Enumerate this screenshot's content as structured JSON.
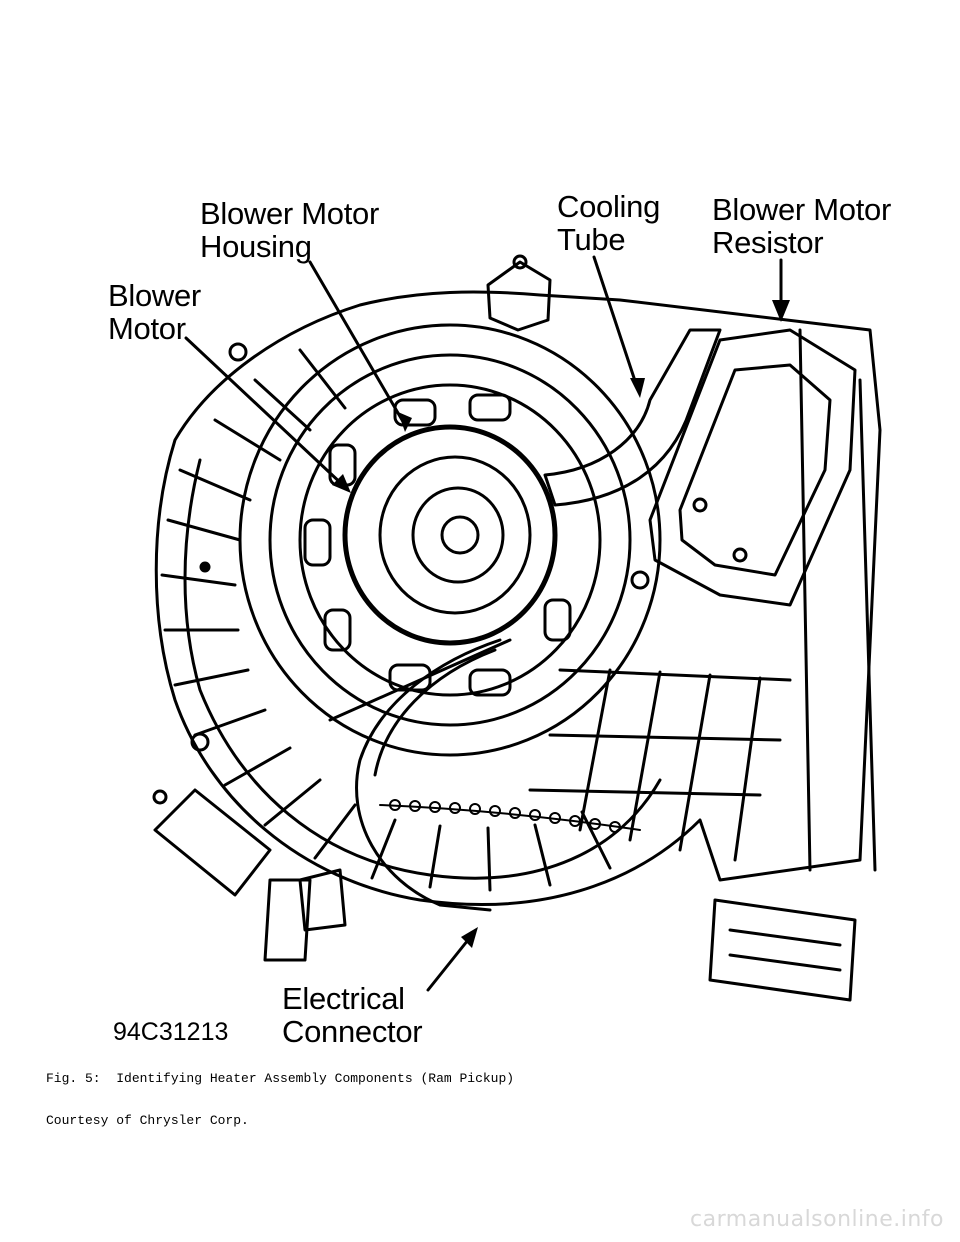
{
  "labels": {
    "blower_motor_housing": [
      "Blower Motor",
      "Housing"
    ],
    "cooling_tube": [
      "Cooling",
      "Tube"
    ],
    "blower_motor_resistor": [
      "Blower Motor",
      "Resistor"
    ],
    "blower_motor": [
      "Blower",
      "Motor"
    ],
    "electrical_connector": [
      "Electrical",
      "Connector"
    ]
  },
  "figure_code": "94C31213",
  "caption": {
    "line1": "Fig. 5:  Identifying Heater Assembly Components (Ram Pickup)",
    "line2": "Courtesy of Chrysler Corp."
  },
  "watermark": "carmanualsonline.info"
}
